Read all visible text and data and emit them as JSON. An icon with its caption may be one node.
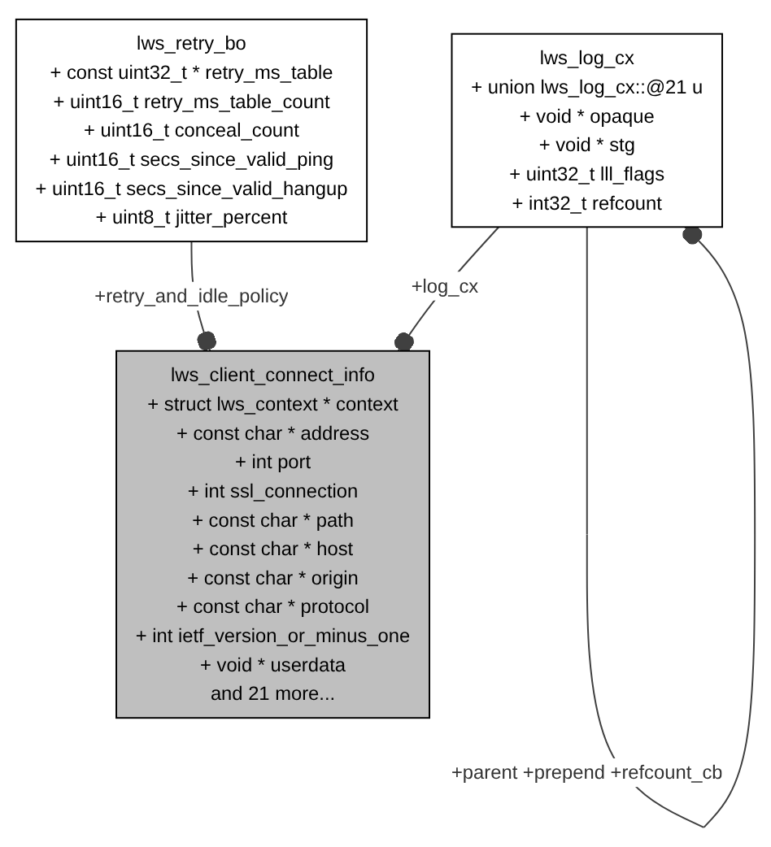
{
  "diagram": {
    "nodes": [
      {
        "text": [
          "lws_retry_bo",
          "+ const uint32_t * retry_ms_table",
          "+ uint16_t retry_ms_table_count",
          "+ uint16_t conceal_count",
          "+ uint16_t secs_since_valid_ping",
          "+ uint16_t secs_since_valid_hangup",
          "+ uint8_t jitter_percent"
        ]
      },
      {
        "text": [
          "lws_log_cx",
          "+ union lws_log_cx::@21 u",
          "+ void * opaque",
          "+ void * stg",
          "+ uint32_t lll_flags",
          "+ int32_t refcount"
        ]
      },
      {
        "text": [
          "lws_client_connect_info",
          "+ struct lws_context * context",
          "+ const char * address",
          "+ int port",
          "+ int ssl_connection",
          "+ const char * path",
          "+ const char * host",
          "+ const char * origin",
          "+ const char * protocol",
          "+ int ietf_version_or_minus_one",
          "+ void * userdata",
          "and 21 more..."
        ]
      }
    ],
    "edges": [
      {
        "from": 0,
        "to": 2,
        "arrow": "other",
        "label": "+retry_and_idle_policy"
      },
      {
        "from": 1,
        "to": 2,
        "arrow": "other",
        "label": "+log_cx"
      },
      {
        "from": 1,
        "to": 1,
        "arrow": "other",
        "label": "+parent +prepend +refcount_cb"
      }
    ]
  }
}
